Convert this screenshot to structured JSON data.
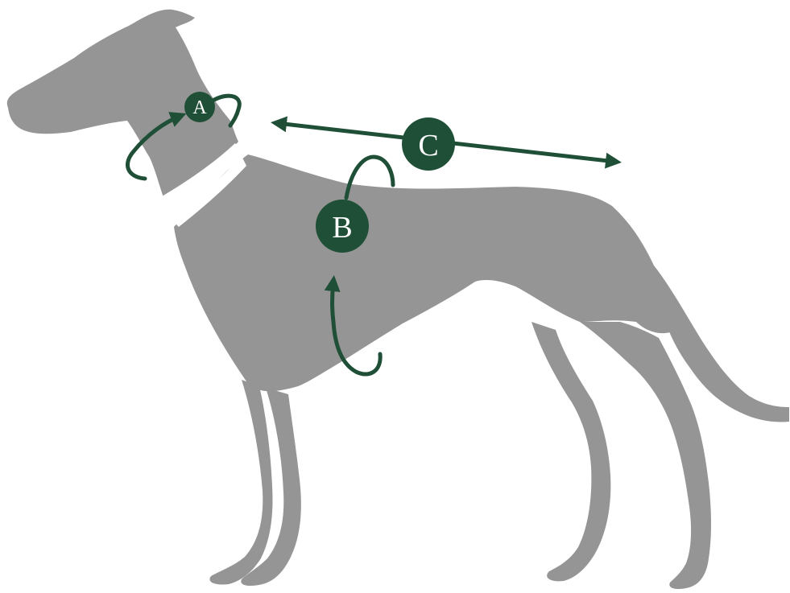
{
  "diagram": {
    "colors": {
      "silhouette": "#959595",
      "accent": "#1f4f37",
      "background": "#ffffff"
    },
    "markers": {
      "a": {
        "label": "A"
      },
      "b": {
        "label": "B"
      },
      "c": {
        "label": "C"
      }
    },
    "icons": {
      "figure": "dog-silhouette-icon",
      "collar": "collar-band",
      "harness": "harness-band",
      "neck_arrow": "neck-circumference-arrow",
      "chest_arrow": "chest-girth-arrow",
      "back_arrow": "back-length-arrow"
    }
  }
}
